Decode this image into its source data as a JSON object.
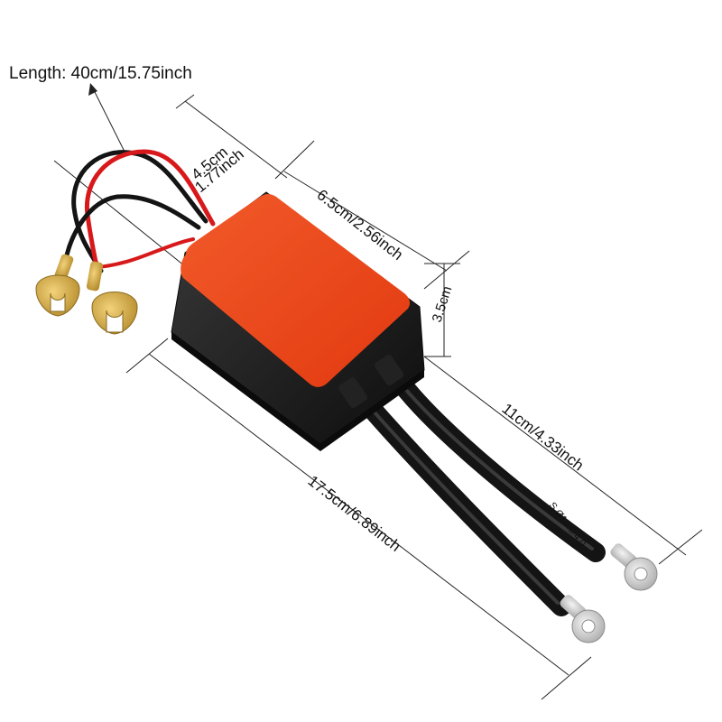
{
  "product": {
    "body_color": "#e8401b",
    "case_color": "#1b1b1b",
    "red_wire_color": "#d8191b",
    "black_wire_color": "#141414",
    "terminal_color": "#c9a13a",
    "ring_terminal_color": "#d7d7d7"
  },
  "labels": {
    "wire_length": "Length: 40cm/15.75inch",
    "box_width": "4.5cm",
    "box_width_imperial": "1.77inch",
    "box_length": "6.5cm/2.56inch",
    "box_height": "3.5cm",
    "cable_length": "11cm/4.33inch",
    "total_length": "17.5cm/6.89inch",
    "cable_print": "S Ø18.0/4.0"
  }
}
